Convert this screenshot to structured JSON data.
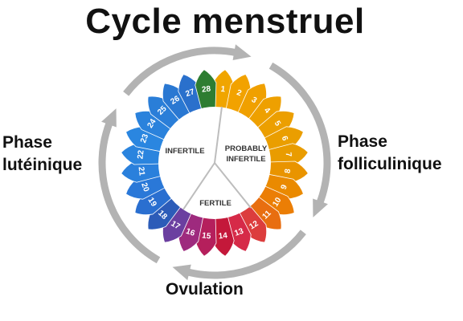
{
  "title": "Cycle menstruel",
  "phases": {
    "luteal": [
      "Phase",
      "lutéinique"
    ],
    "follicular": [
      "Phase",
      "folliculinique"
    ],
    "ovulation": "Ovulation"
  },
  "inner": {
    "infertile": "INFERTILE",
    "probably_infertile": [
      "PROBABLY",
      "INFERTILE"
    ],
    "fertile": "FERTILE"
  },
  "days": [
    "1",
    "2",
    "3",
    "4",
    "5",
    "6",
    "7",
    "8",
    "9",
    "10",
    "11",
    "12",
    "13",
    "14",
    "15",
    "16",
    "17",
    "18",
    "19",
    "20",
    "21",
    "22",
    "23",
    "24",
    "25",
    "26",
    "27",
    "28"
  ],
  "colors": {
    "arrow": "#b3b3b3",
    "inner_line": "#bdbdbd",
    "petals": [
      "#f0a500",
      "#f2a200",
      "#f0a000",
      "#eea000",
      "#ec9f00",
      "#ea9e00",
      "#e99c00",
      "#e99400",
      "#ea8a00",
      "#eb7e05",
      "#e86e10",
      "#dc3d3d",
      "#d62a48",
      "#c4183a",
      "#b51f5c",
      "#9e2a7e",
      "#6b3fa0",
      "#2c5cb8",
      "#2a6fd0",
      "#2a78d8",
      "#2a80dc",
      "#2a84de",
      "#2a86e0",
      "#2a82dc",
      "#2a7ed8",
      "#2a78d2",
      "#2a70cc",
      "#2e7d32"
    ]
  }
}
